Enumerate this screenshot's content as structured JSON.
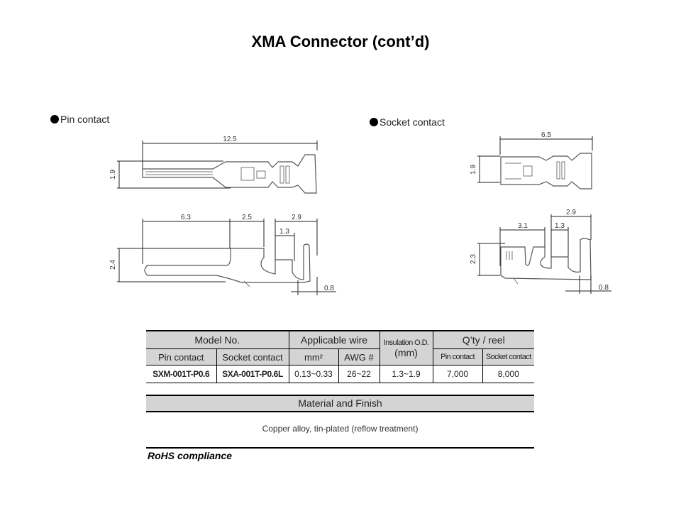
{
  "title": "XMA Connector (cont’d)",
  "pin_contact": {
    "label": "Pin contact",
    "bullet_icon": "filled-circle-icon",
    "top_view": {
      "length": "12.5",
      "height": "1.9"
    },
    "side_view": {
      "dim_a": "6.3",
      "dim_b": "2.5",
      "dim_c": "2.9",
      "dim_d": "1.3",
      "height": "2.4",
      "thickness": "0.8"
    }
  },
  "socket_contact": {
    "label": "Socket contact",
    "bullet_icon": "filled-circle-icon",
    "top_view": {
      "length": "6.5",
      "height": "1.9"
    },
    "side_view": {
      "dim_a": "3.1",
      "dim_c": "2.9",
      "dim_d": "1.3",
      "height": "2.3",
      "thickness": "0.8"
    }
  },
  "spec_table": {
    "headers": {
      "model_no": "Model No.",
      "applicable_wire": "Applicable wire",
      "insulation_od": "Insulation O.D.",
      "insulation_unit": "(mm)",
      "qty_reel": "Q’ty / reel",
      "pin_contact": "Pin contact",
      "socket_contact": "Socket contact",
      "mm2": "mm²",
      "awg": "AWG #",
      "qty_pin": "Pin contact",
      "qty_socket": "Socket contact"
    },
    "rows": [
      {
        "pin_model": "SXM-001T-P0.6",
        "socket_model": "SXA-001T-P0.6L",
        "mm2": "0.13~0.33",
        "awg": "26~22",
        "insulation": "1.3~1.9",
        "qty_pin": "7,000",
        "qty_socket": "8,000"
      }
    ]
  },
  "material": {
    "header": "Material and Finish",
    "value": "Copper alloy, tin-plated (reflow treatment)"
  },
  "rohs": "RoHS compliance"
}
